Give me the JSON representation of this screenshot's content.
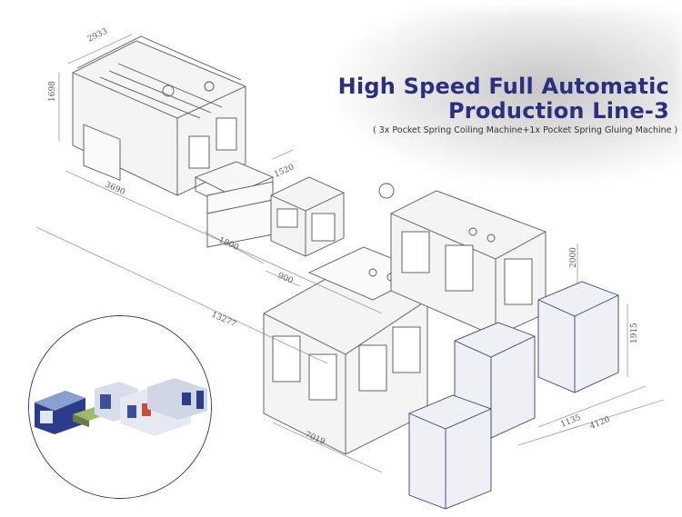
{
  "title": {
    "line1": "High Speed Full Automatic",
    "line2": "Production Line-3",
    "subtitle": "( 3x Pocket Spring Coiling Machine+1x Pocket Spring Gluing Machine )",
    "color": "#2b2f7e"
  },
  "dimensions": {
    "d2933": "2933",
    "d1698": "1698",
    "d3690": "3690",
    "d1520": "1520",
    "d1800": "1800",
    "d900": "900",
    "d13277": "13277",
    "d7019": "7019",
    "d2000": "2000",
    "d1915": "1915",
    "d1135": "1135",
    "d4120": "4120"
  },
  "inset": {
    "subject": "production-line-photo"
  }
}
